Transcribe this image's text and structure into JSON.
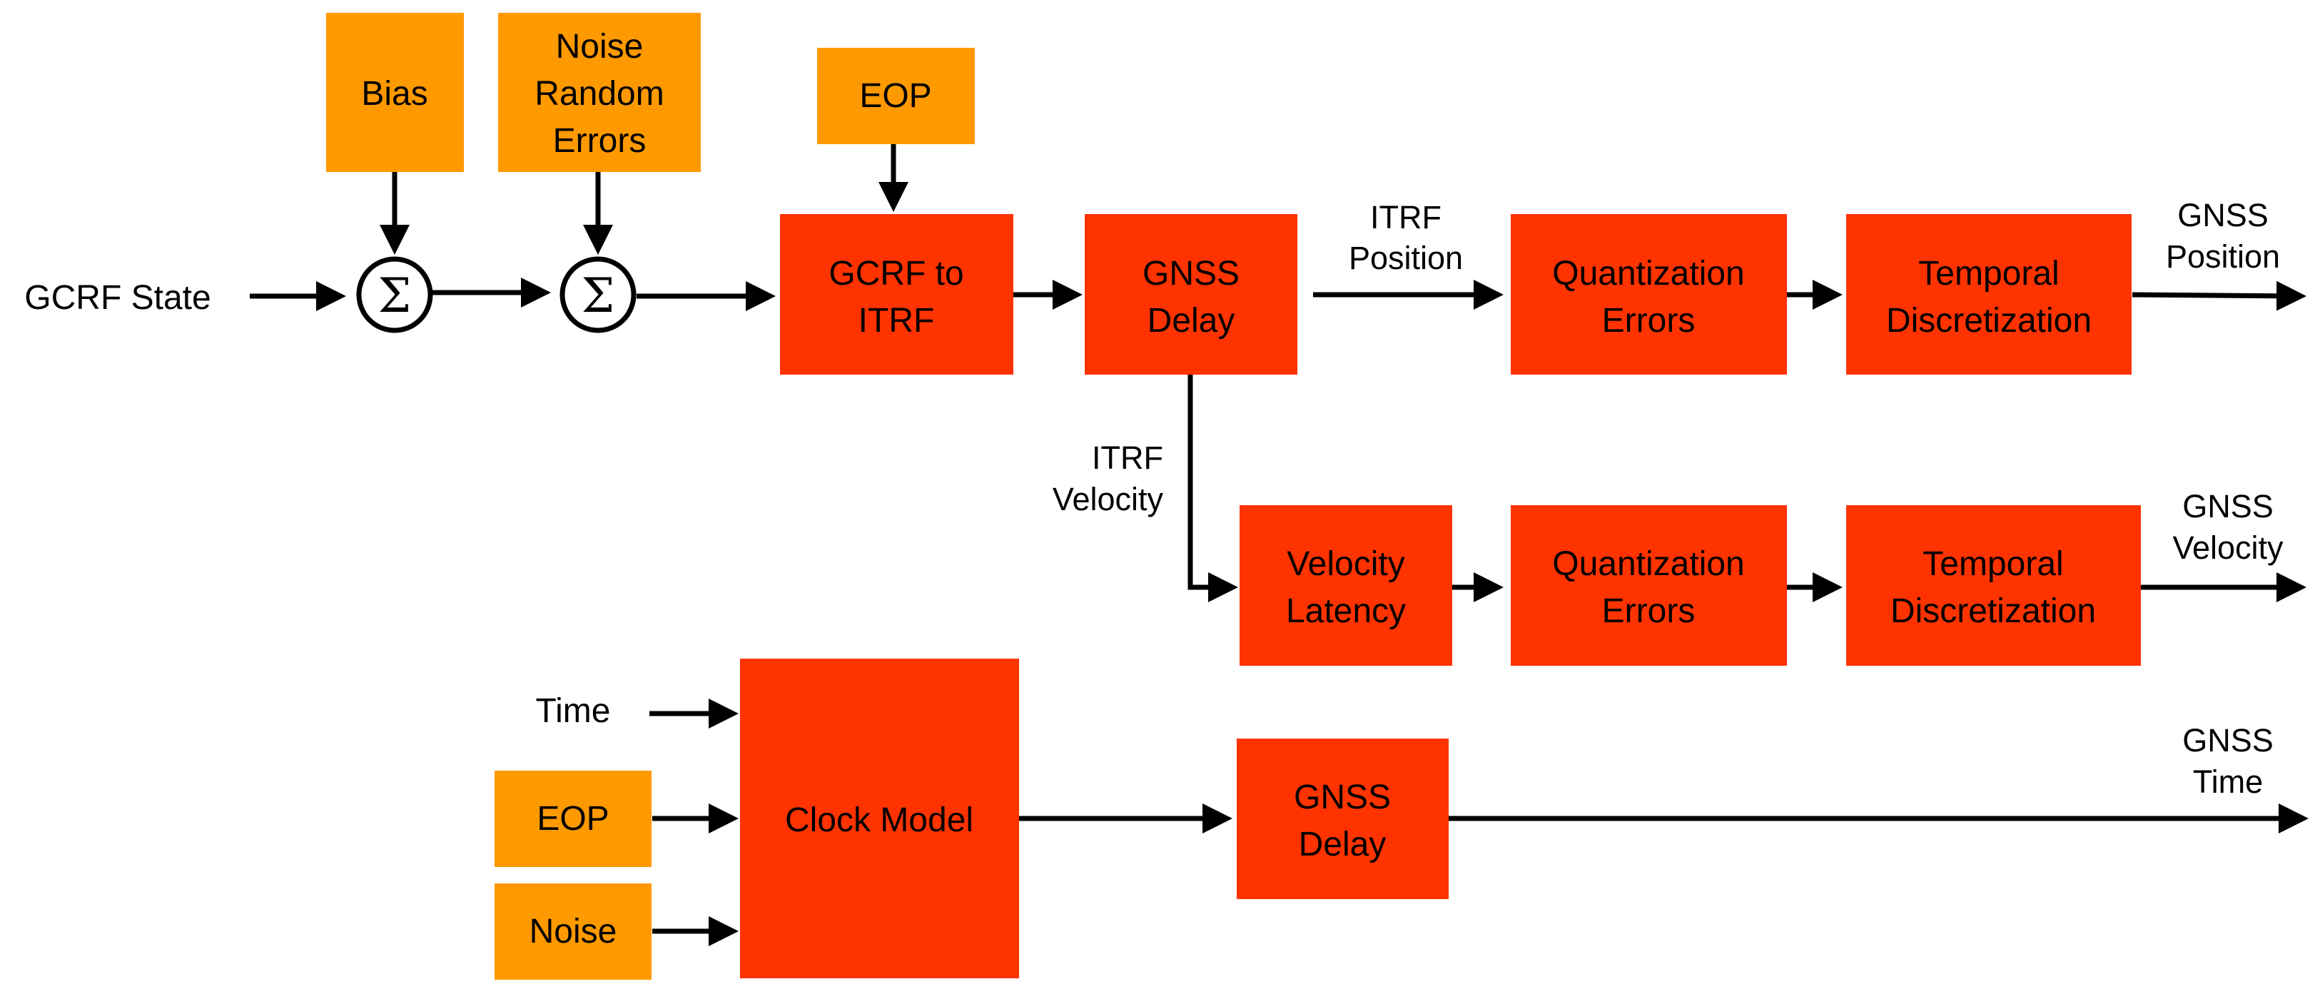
{
  "inputs": {
    "gcrf_state": "GCRF State",
    "time": "Time"
  },
  "sources": {
    "bias": "Bias",
    "noise_random_errors": [
      "Noise",
      "Random",
      "Errors"
    ],
    "eop_top": "EOP",
    "eop_bottom": "EOP",
    "noise": "Noise"
  },
  "summing_junction_symbol": "Σ",
  "blocks": {
    "gcrf_to_itrf": [
      "GCRF to",
      "ITRF"
    ],
    "gnss_delay_top": [
      "GNSS",
      "Delay"
    ],
    "quantization_pos": [
      "Quantization",
      "Errors"
    ],
    "temporal_pos": [
      "Temporal",
      "Discretization"
    ],
    "velocity_latency": [
      "Velocity",
      "Latency"
    ],
    "quantization_vel": [
      "Quantization",
      "Errors"
    ],
    "temporal_vel": [
      "Temporal",
      "Discretization"
    ],
    "clock_model": "Clock Model",
    "gnss_delay_bottom": [
      "GNSS",
      "Delay"
    ]
  },
  "signals": {
    "itrf_position": [
      "ITRF",
      "Position"
    ],
    "itrf_velocity": [
      "ITRF",
      "Velocity"
    ]
  },
  "outputs": {
    "gnss_position": [
      "GNSS",
      "Position"
    ],
    "gnss_velocity": [
      "GNSS",
      "Velocity"
    ],
    "gnss_time": [
      "GNSS",
      "Time"
    ]
  },
  "colors": {
    "process_block": "#FF3300",
    "source_block": "#FF9900",
    "lines": "#000000",
    "background": "#FFFFFF"
  }
}
